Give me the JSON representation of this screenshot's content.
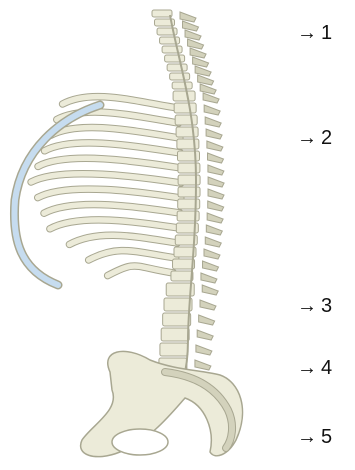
{
  "labels": [
    {
      "arrow": "→",
      "number": "1"
    },
    {
      "arrow": "→",
      "number": "2"
    },
    {
      "arrow": "→",
      "number": "3"
    },
    {
      "arrow": "→",
      "number": "4"
    },
    {
      "arrow": "→",
      "number": "5"
    }
  ],
  "colors": {
    "bone": "#ecebd9",
    "bone_outline": "#a8a791",
    "bone_shade": "#d3d2bc",
    "cartilage": "#c6dcef",
    "text": "#111111"
  }
}
